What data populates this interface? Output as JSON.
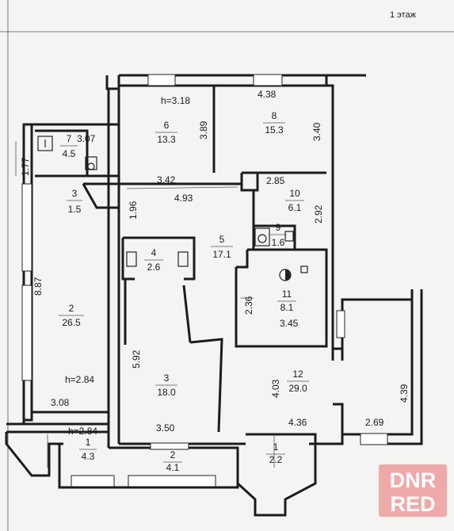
{
  "floor_label": "1 этаж",
  "rooms": [
    {
      "id": "r6",
      "num": "6",
      "area": "13.3"
    },
    {
      "id": "r8",
      "num": "8",
      "area": "15.3"
    },
    {
      "id": "r7",
      "num": "7",
      "area": "4.5"
    },
    {
      "id": "r3a",
      "num": "3",
      "area": "1.5"
    },
    {
      "id": "r10",
      "num": "10",
      "area": "6.1"
    },
    {
      "id": "r9",
      "num": "9",
      "area": "1.6"
    },
    {
      "id": "r5",
      "num": "5",
      "area": "17.1"
    },
    {
      "id": "r4",
      "num": "4",
      "area": "2.6"
    },
    {
      "id": "r11",
      "num": "11",
      "area": "8.1"
    },
    {
      "id": "r2a",
      "num": "2",
      "area": "26.5"
    },
    {
      "id": "r3b",
      "num": "3",
      "area": "18.0"
    },
    {
      "id": "r12",
      "num": "12",
      "area": "29.0"
    },
    {
      "id": "r1",
      "num": "1",
      "area": "4.3"
    },
    {
      "id": "r2b",
      "num": "2",
      "area": "4.1"
    },
    {
      "id": "r1b",
      "num": "1",
      "area": "2.2"
    }
  ],
  "dimensions": [
    {
      "id": "d1",
      "text": "h=3.18"
    },
    {
      "id": "d2",
      "text": "4.38"
    },
    {
      "id": "d3",
      "text": "3.89"
    },
    {
      "id": "d4",
      "text": "3.40"
    },
    {
      "id": "d5",
      "text": "3.07"
    },
    {
      "id": "d6",
      "text": "1.77"
    },
    {
      "id": "d7",
      "text": "3.42"
    },
    {
      "id": "d8",
      "text": "2.85"
    },
    {
      "id": "d9",
      "text": "4.93"
    },
    {
      "id": "d10",
      "text": "1.96"
    },
    {
      "id": "d11",
      "text": "2.92"
    },
    {
      "id": "d12",
      "text": "8.87"
    },
    {
      "id": "d13",
      "text": "2.36"
    },
    {
      "id": "d14",
      "text": "3.45"
    },
    {
      "id": "d15",
      "text": "5.92"
    },
    {
      "id": "d16",
      "text": "4.03"
    },
    {
      "id": "d17",
      "text": "4.39"
    },
    {
      "id": "d18",
      "text": "h=2.84"
    },
    {
      "id": "d19",
      "text": "3.08"
    },
    {
      "id": "d20",
      "text": "h=2.84"
    },
    {
      "id": "d21",
      "text": "3.50"
    },
    {
      "id": "d22",
      "text": "4.36"
    },
    {
      "id": "d23",
      "text": "2.69"
    }
  ],
  "watermark": {
    "line1": "DNR",
    "line2": "RED"
  },
  "colors": {
    "background": "#f4f5f2",
    "line": "#1c1c1c",
    "watermark": "#f0a9a9"
  }
}
